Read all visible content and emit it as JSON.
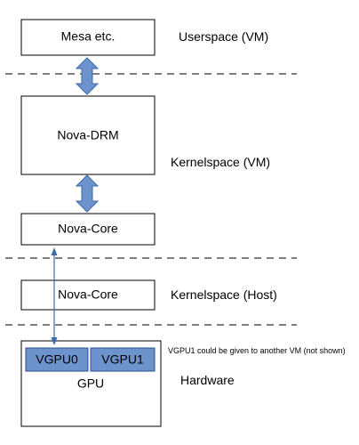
{
  "boxes": {
    "mesa": "Mesa etc.",
    "nova_drm": "Nova-DRM",
    "nova_core_vm": "Nova-Core",
    "nova_core_host": "Nova-Core",
    "gpu": "GPU",
    "vgpu0": "VGPU0",
    "vgpu1": "VGPU1"
  },
  "layers": {
    "userspace_vm": "Userspace (VM)",
    "kernelspace_vm": "Kernelspace (VM)",
    "kernelspace_host": "Kernelspace (Host)",
    "hardware": "Hardware"
  },
  "note": "VGPU1 could be given to another VM (not shown)",
  "colors": {
    "vgpu_fill": "#6d93cd",
    "arrow": "#3b6aa8"
  }
}
